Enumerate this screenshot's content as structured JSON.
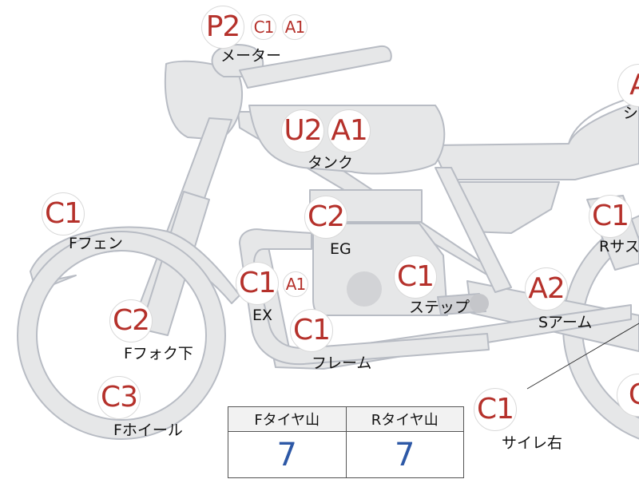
{
  "diagram": {
    "badges": [
      {
        "id": "meter-p2",
        "text": "P2",
        "size": "lg"
      },
      {
        "id": "meter-c1",
        "text": "C1",
        "size": "sm"
      },
      {
        "id": "meter-a1",
        "text": "A1",
        "size": "sm"
      },
      {
        "id": "tank-u2",
        "text": "U2",
        "size": "lg"
      },
      {
        "id": "tank-a1",
        "text": "A1",
        "size": "lg"
      },
      {
        "id": "seat-a",
        "text": "A",
        "size": "lg"
      },
      {
        "id": "ffender-c1",
        "text": "C1",
        "size": "lg"
      },
      {
        "id": "eg-c2",
        "text": "C2",
        "size": "lg"
      },
      {
        "id": "rsus-c1",
        "text": "C1",
        "size": "lg"
      },
      {
        "id": "ex-c1",
        "text": "C1",
        "size": "lg"
      },
      {
        "id": "ex-a1",
        "text": "A1",
        "size": "sm"
      },
      {
        "id": "step-c1",
        "text": "C1",
        "size": "lg"
      },
      {
        "id": "sarm-a2",
        "text": "A2",
        "size": "lg"
      },
      {
        "id": "ffork-c2",
        "text": "C2",
        "size": "lg"
      },
      {
        "id": "frame-c1",
        "text": "C1",
        "size": "lg"
      },
      {
        "id": "fwheel-c3",
        "text": "C3",
        "size": "lg"
      },
      {
        "id": "silencer-c1",
        "text": "C1",
        "size": "lg"
      },
      {
        "id": "rwheel-c",
        "text": "C",
        "size": "lg"
      }
    ],
    "labels": [
      {
        "id": "meter",
        "text": "メーター"
      },
      {
        "id": "tank",
        "text": "タンク"
      },
      {
        "id": "seat",
        "text": "シ"
      },
      {
        "id": "ffender",
        "text": "Fフェン"
      },
      {
        "id": "eg",
        "text": "EG"
      },
      {
        "id": "rsus",
        "text": "Rサス"
      },
      {
        "id": "ex",
        "text": "EX"
      },
      {
        "id": "step",
        "text": "ステップ"
      },
      {
        "id": "sarm",
        "text": "Sアーム"
      },
      {
        "id": "ffork",
        "text": "Fフォク下"
      },
      {
        "id": "frame",
        "text": "フレーム"
      },
      {
        "id": "fwheel",
        "text": "Fホイール"
      },
      {
        "id": "silencer",
        "text": "サイレ右"
      }
    ]
  },
  "tire_table": {
    "headers": [
      "Fタイヤ山",
      "Rタイヤ山"
    ],
    "values": [
      "7",
      "7"
    ]
  },
  "colors": {
    "part_fill": "#e6e7e8",
    "part_stroke": "#b8bcc4",
    "badge_text": "#b5312b",
    "value_text": "#2d58a6"
  }
}
